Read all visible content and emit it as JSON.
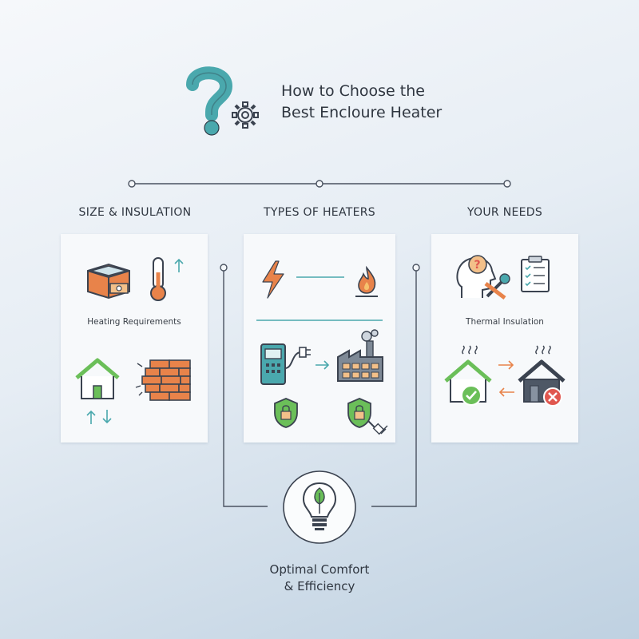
{
  "header": {
    "title_line1": "How to Choose the",
    "title_line2": "Best Encloure Heater"
  },
  "columns": [
    {
      "title": "SIZE & INSULATION",
      "label": "Heating Requirements"
    },
    {
      "title": "TYPES OF HEATERS"
    },
    {
      "title": "YOUR NEEDS",
      "label": "Thermal Insulation"
    }
  ],
  "result": {
    "line1": "Optimal Comfort",
    "line2": "& Efficiency"
  },
  "colors": {
    "teal": "#4aa8ad",
    "orange": "#e8834a",
    "green": "#6bbf59",
    "dark": "#3b4350",
    "red": "#e0574f"
  }
}
